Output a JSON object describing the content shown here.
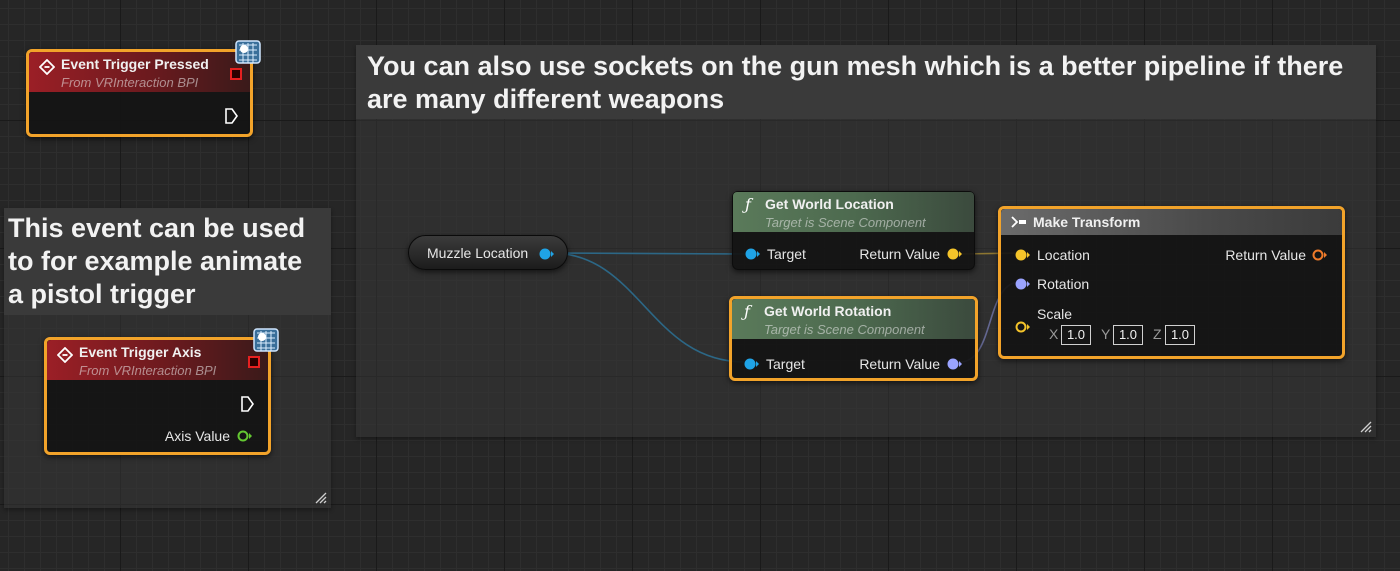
{
  "comments": {
    "left": {
      "text": "This event can be used to for example animate a pistol trigger"
    },
    "top": {
      "text": "You can also use sockets on the gun mesh which is a better pipeline if there are many different weapons"
    }
  },
  "nodes": {
    "trigger_pressed": {
      "title": "Event Trigger Pressed",
      "subtitle": "From VRInteraction BPI"
    },
    "trigger_axis": {
      "title": "Event Trigger Axis",
      "subtitle": "From VRInteraction BPI",
      "output_label": "Axis Value"
    },
    "muzzle": {
      "label": "Muzzle Location"
    },
    "get_world_location": {
      "title": "Get World Location",
      "subtitle": "Target is Scene Component",
      "input_label": "Target",
      "output_label": "Return Value"
    },
    "get_world_rotation": {
      "title": "Get World Rotation",
      "subtitle": "Target is Scene Component",
      "input_label": "Target",
      "output_label": "Return Value"
    },
    "make_transform": {
      "title": "Make Transform",
      "location_label": "Location",
      "rotation_label": "Rotation",
      "scale_label": "Scale",
      "output_label": "Return Value",
      "scale": {
        "x_label": "X",
        "x": "1.0",
        "y_label": "Y",
        "y": "1.0",
        "z_label": "Z",
        "z": "1.0"
      }
    }
  },
  "colors": {
    "selection": "#f2a32a",
    "object_pin": "#1fa3e6",
    "vector_pin": "#f5c42a",
    "rotator_pin": "#9aa3ff",
    "transform_pin": "#f07b2a",
    "float_pin": "#64c832",
    "event_head": "#9b1f26",
    "function_head": "#5a7a5a"
  },
  "icons": {
    "event": "event-diamond-icon",
    "interface": "interface-badge-icon",
    "function": "function-f-icon",
    "make_struct": "make-struct-icon",
    "exec_out": "exec-pin-icon",
    "delegate": "delegate-square-icon"
  }
}
